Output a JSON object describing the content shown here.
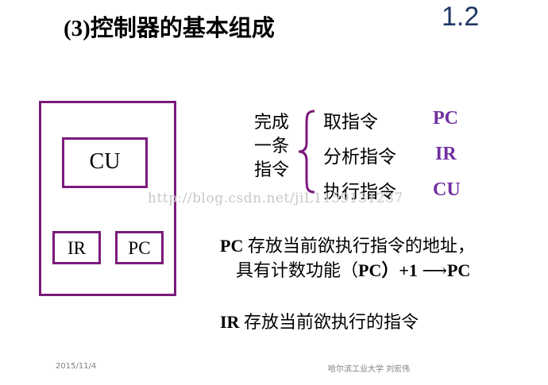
{
  "slide": {
    "title": "(3)控制器的基本组成",
    "number": "1.2"
  },
  "diagram": {
    "cu_label": "CU",
    "ir_label": "IR",
    "pc_label": "PC",
    "box_color": "#7b1a7b"
  },
  "instruction": {
    "group_label_line1": "完成",
    "group_label_line2": "一条",
    "group_label_line3": "指令",
    "steps": [
      {
        "label": "取指令",
        "register": "PC"
      },
      {
        "label": "分析指令",
        "register": "IR"
      },
      {
        "label": "执行指令",
        "register": "CU"
      }
    ],
    "register_color": "#7030a0"
  },
  "notes": {
    "pc_reg": "PC",
    "pc_desc": "存放当前欲执行指令的地址，",
    "pc_desc2": "具有计数功能（",
    "pc_reg2": "PC",
    "pc_desc3": "）+1",
    "pc_arrow": "⟶",
    "pc_reg3": "PC",
    "ir_reg": "IR",
    "ir_desc": "存放当前欲执行的指令"
  },
  "watermark": "http://blog.csdn.net/jiL1159131237",
  "footer": {
    "date": "2015/11/4",
    "author": "哈尔滨工业大学 刘宏伟"
  }
}
